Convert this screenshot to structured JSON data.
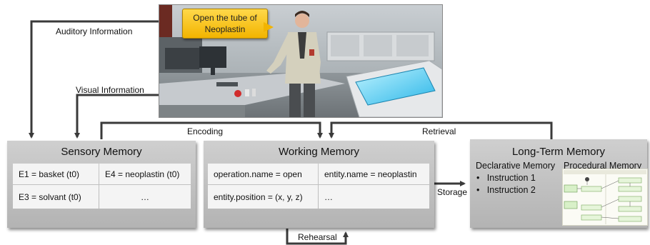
{
  "scene": {
    "bubble_text": "Open the tube of Neoplastin"
  },
  "flows": {
    "auditory": "Auditory Information",
    "visual": "Visual Information",
    "encoding": "Encoding",
    "retrieval": "Retrieval",
    "storage": "Storage",
    "rehearsal": "Rehearsal"
  },
  "sensory_memory": {
    "title": "Sensory Memory",
    "cells": [
      "E1 = basket (t0)",
      "E4 = neoplastin (t0)",
      "E3 = solvant (t0)",
      "…"
    ]
  },
  "working_memory": {
    "title": "Working Memory",
    "cells": [
      "operation.name = open",
      "entity.name = neoplastin",
      "entity.position = (x, y, z)",
      "…"
    ]
  },
  "long_term_memory": {
    "title": "Long-Term Memory",
    "declarative": {
      "title": "Declarative Memory",
      "items": [
        "Instruction 1",
        "Instruction 2"
      ]
    },
    "procedural": {
      "title": "Procedural Memory"
    }
  },
  "colors": {
    "arrow": "#3a3a3a",
    "box": "#bdbdbd",
    "bubble": "#f5c518"
  }
}
